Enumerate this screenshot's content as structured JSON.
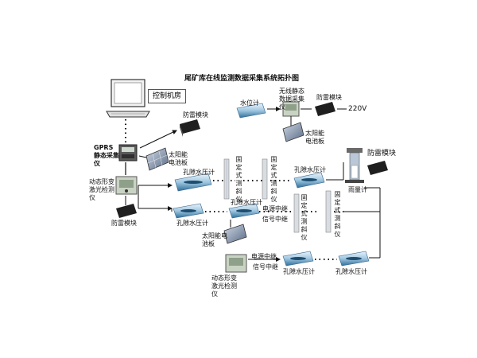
{
  "title": "尾矿库在线监测数据采集系统拓扑图",
  "labels": {
    "control_room": "控制机房",
    "surge_module_top": "防雷模块",
    "gprs": "GPRS 静态采集仪",
    "solar_panel_top": "太阳能电池板",
    "water_gauge": "水位计",
    "wireless_collector": "无线静态数据采集仪",
    "surge_module_right": "防雷模块",
    "voltage": "220V",
    "solar_panel_right": "太阳能电池板",
    "surge_module_rain": "防雷模块",
    "rain_gauge": "雨量计",
    "dynamic_deform_left": "动态形变激光检测仪",
    "surge_module_left": "防雷模块",
    "piezometer_1": "孔隙水压计",
    "inclinometer_1": "固定式测斜仪",
    "inclinometer_2": "固定式测斜仪",
    "piezometer_2": "孔隙水压计",
    "piezometer_3": "孔隙水压计",
    "piezometer_4": "孔隙水压计",
    "power_relay_1": "电源中继",
    "signal_relay_1": "信号中继",
    "inclinometer_3": "固定式测斜仪",
    "inclinometer_4": "固定式测斜仪",
    "solar_panel_bottom": "太阳能电池板",
    "dynamic_deform_bottom": "动态形变激光检测仪",
    "power_relay_2": "电源中继",
    "signal_relay_2": "信号中继",
    "piezometer_5": "孔隙水压计",
    "piezometer_6": "孔隙水压计"
  }
}
